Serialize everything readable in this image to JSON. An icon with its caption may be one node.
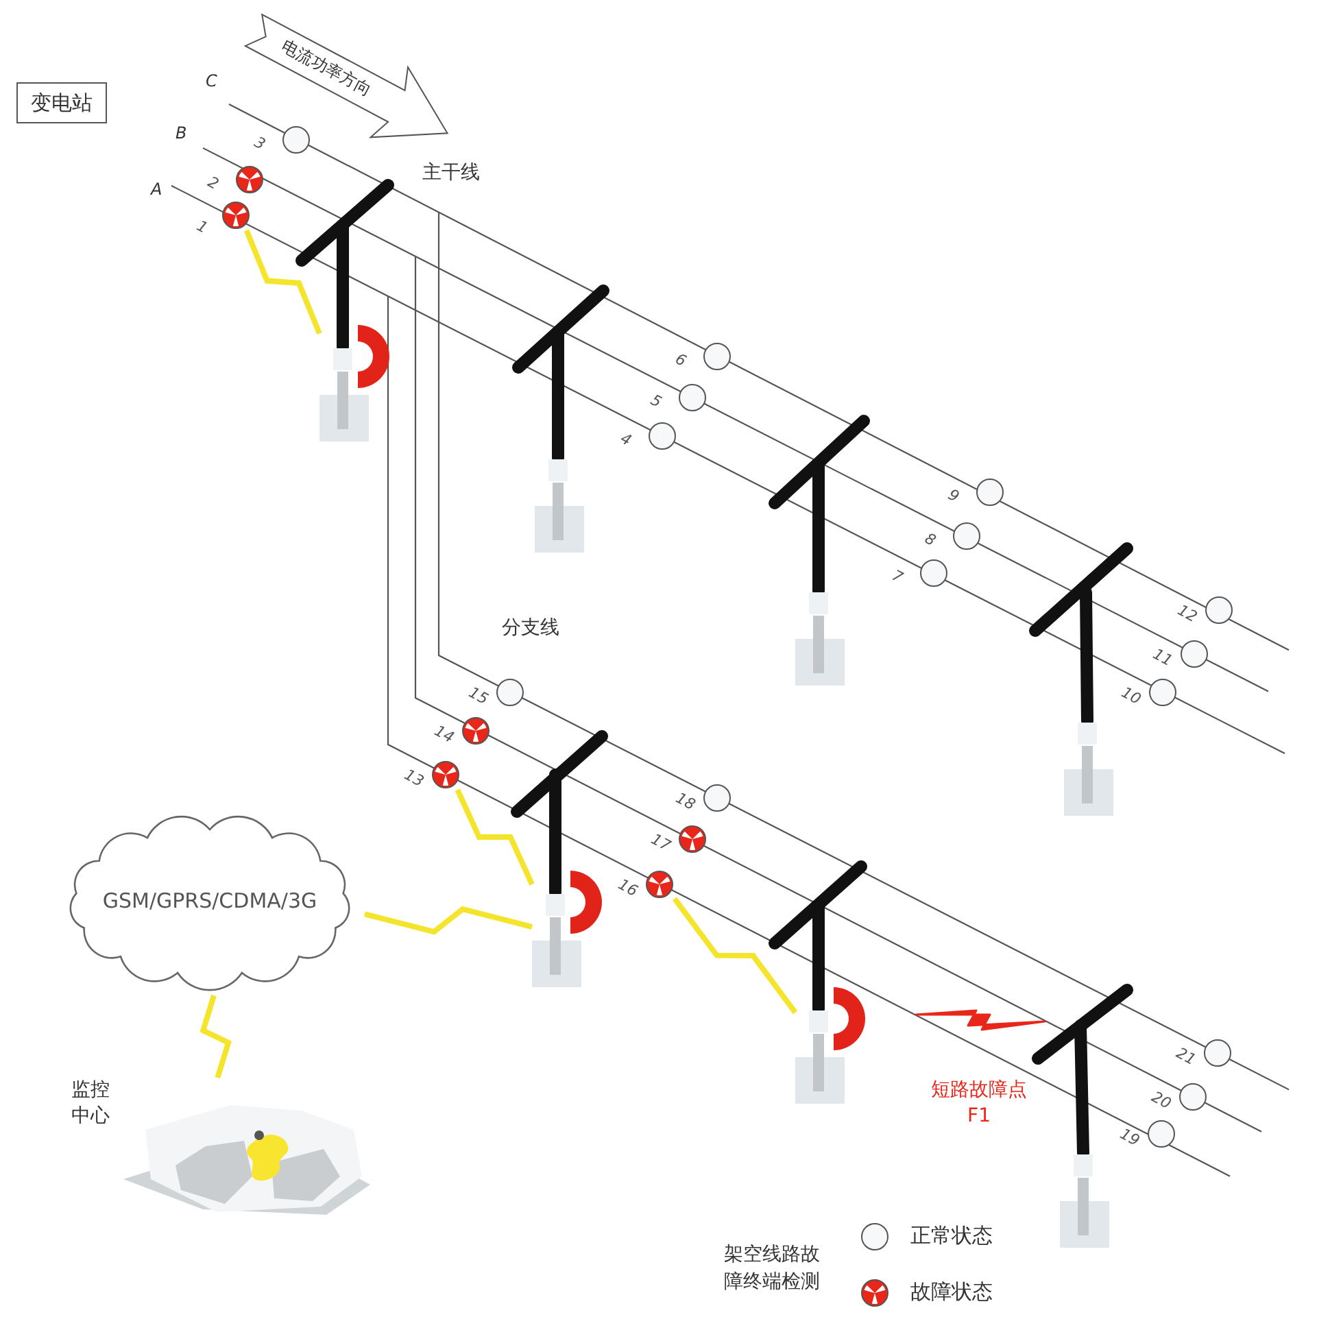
{
  "diagram": {
    "nodes": [
      {
        "text": [
          "变电站"
        ]
      },
      {
        "text": [
          "GSM/GPRS/CDMA/3G"
        ]
      },
      {
        "text": [
          "监控中心"
        ]
      },
      {
        "text": [],
        "shape": "fan",
        "beside": [
          "1"
        ]
      },
      {
        "text": [],
        "shape": "fan",
        "beside": [
          "2"
        ]
      },
      {
        "text": [],
        "shape": "circle",
        "beside": [
          "3"
        ]
      },
      {
        "text": [],
        "shape": "circle",
        "beside": [
          "4"
        ]
      },
      {
        "text": [],
        "shape": "circle",
        "beside": [
          "5"
        ]
      },
      {
        "text": [],
        "shape": "circle",
        "beside": [
          "6"
        ]
      },
      {
        "text": [],
        "shape": "circle",
        "beside": [
          "7"
        ]
      },
      {
        "text": [],
        "shape": "circle",
        "beside": [
          "8"
        ]
      },
      {
        "text": [],
        "shape": "circle",
        "beside": [
          "9"
        ]
      },
      {
        "text": [],
        "shape": "circle",
        "beside": [
          "10"
        ]
      },
      {
        "text": [],
        "shape": "circle",
        "beside": [
          "11"
        ]
      },
      {
        "text": [],
        "shape": "circle",
        "beside": [
          "12"
        ]
      },
      {
        "text": [],
        "shape": "fan",
        "beside": [
          "13"
        ]
      },
      {
        "text": [],
        "shape": "fan",
        "beside": [
          "14"
        ]
      },
      {
        "text": [],
        "shape": "circle",
        "beside": [
          "15"
        ]
      },
      {
        "text": [],
        "shape": "fan",
        "beside": [
          "16"
        ]
      },
      {
        "text": [],
        "shape": "fan",
        "beside": [
          "17"
        ]
      },
      {
        "text": [],
        "shape": "circle",
        "beside": [
          "18"
        ]
      },
      {
        "text": [],
        "shape": "circle",
        "beside": [
          "19"
        ]
      },
      {
        "text": [],
        "shape": "circle",
        "beside": [
          "20"
        ]
      },
      {
        "text": [],
        "shape": "circle",
        "beside": [
          "21"
        ]
      },
      {
        "text": [],
        "shape": "picture"
      },
      {
        "text": [],
        "shape": "box"
      },
      {
        "text": [],
        "shape": "box"
      },
      {
        "text": [],
        "shape": "box"
      },
      {
        "text": [],
        "shape": "picture"
      },
      {
        "text": [],
        "shape": "picture"
      },
      {
        "text": [],
        "shape": "box"
      },
      {
        "text": [],
        "shape": "bolt",
        "beside": [
          "短路故障点",
          "F1"
        ]
      }
    ],
    "edges": [
      {
        "from": 3,
        "to": 24,
        "arrow": "none"
      },
      {
        "from": 15,
        "to": 28,
        "arrow": "none"
      },
      {
        "from": 28,
        "to": 1,
        "arrow": "none"
      },
      {
        "from": 18,
        "to": 29,
        "arrow": "none"
      },
      {
        "from": 1,
        "to": 2,
        "arrow": "none"
      }
    ],
    "labels": [
      "电流功率方向",
      "C",
      "B",
      "主干线",
      "A",
      "分支线",
      "架空线路故障终端检测"
    ],
    "legend": [
      {
        "text": "正常状态"
      },
      {
        "text": "故障状态"
      }
    ]
  }
}
